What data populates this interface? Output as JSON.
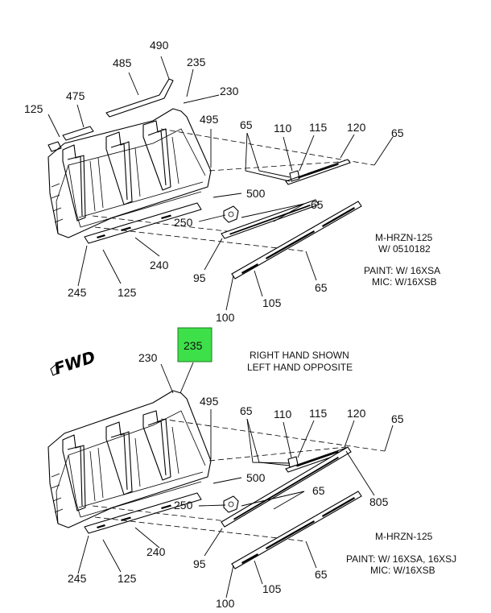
{
  "upper": {
    "labels": {
      "c490": "490",
      "c485": "485",
      "c235": "235",
      "c230": "230",
      "c125a": "125",
      "c475": "475",
      "c495": "495",
      "c65a": "65",
      "c110": "110",
      "c115": "115",
      "c120": "120",
      "c65b": "65",
      "c500": "500",
      "c65c": "65",
      "c250": "250",
      "c240": "240",
      "c245": "245",
      "c125b": "125",
      "c95": "95",
      "c65d": "65",
      "c105": "105",
      "c100": "100"
    },
    "note": {
      "model": "M-HRZN-125",
      "with": "W/ 0510182",
      "paint": "PAINT: W/ 16XSA",
      "mic": "MIC: W/16XSB"
    }
  },
  "lower": {
    "labels": {
      "c230": "230",
      "c495": "495",
      "c65a": "65",
      "c110": "110",
      "c115": "115",
      "c120": "120",
      "c65b": "65",
      "c500": "500",
      "c65c": "65",
      "c805": "805",
      "c250": "250",
      "c240": "240",
      "c245": "245",
      "c125": "125",
      "c95": "95",
      "c65d": "65",
      "c105": "105",
      "c100": "100"
    },
    "highlight": "235",
    "highlight_color": "#3ee04a",
    "note": {
      "model": "M-HRZN-125",
      "paint": "PAINT: W/ 16XSA, 16XSJ",
      "mic": "MIC: W/16XSB"
    }
  },
  "caption": {
    "line1": "RIGHT HAND SHOWN",
    "line2": "LEFT HAND OPPOSITE"
  },
  "fwd": "FWD"
}
